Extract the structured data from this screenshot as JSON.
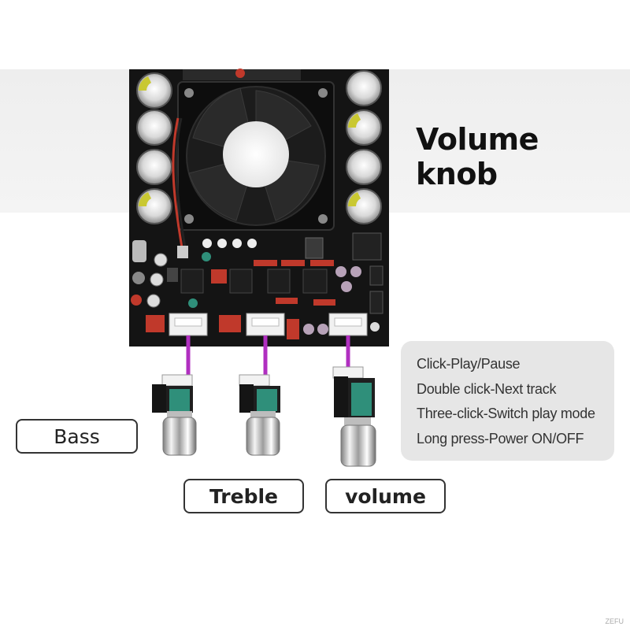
{
  "heading": "Volume knob",
  "controls": {
    "bass_label": "Bass",
    "treble_label": "Treble",
    "volume_label": "volume"
  },
  "instructions": [
    "Click-Play/Pause",
    "Double click-Next track",
    "Three-click-Switch play mode",
    "Long press-Power ON/OFF"
  ],
  "watermark": "ZEFU",
  "colors": {
    "board": "#141414",
    "wire": "#b02fc0",
    "pcb_green": "#2f8f7a"
  }
}
